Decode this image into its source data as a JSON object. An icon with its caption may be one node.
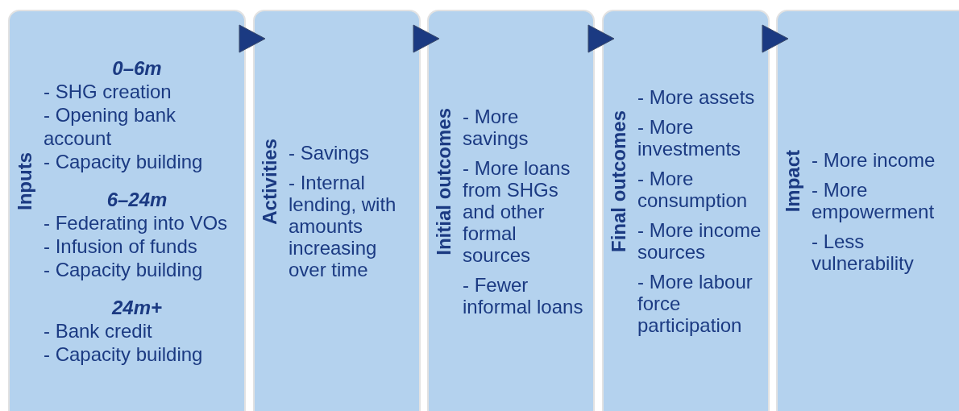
{
  "diagram": {
    "nodes": [
      {
        "text": [
          "Inputs",
          "0–6m",
          "- SHG creation",
          "- Opening bank account",
          "- Capacity building",
          "6–24m",
          "- Federating into VOs",
          "- Infusion of funds",
          "- Capacity building",
          "24m+",
          "- Bank credit",
          "- Capacity building"
        ]
      },
      {
        "text": [
          "Activities",
          "- Savings",
          "- Internal lending, with amounts increasing over time"
        ]
      },
      {
        "text": [
          "Initial outcomes",
          "- More savings",
          "- More loans from SHGs and other formal sources",
          "- Fewer informal loans"
        ]
      },
      {
        "text": [
          "Final outcomes",
          "- More assets",
          "- More investments",
          "- More consumption",
          "- More income sources",
          "- More labour force participation"
        ]
      },
      {
        "text": [
          "Impact",
          "- More income",
          "- More empowerment",
          "- Less vulnerability"
        ]
      }
    ],
    "edges": [
      {
        "from": 0,
        "to": 1,
        "arrow": "to"
      },
      {
        "from": 1,
        "to": 2,
        "arrow": "to"
      },
      {
        "from": 2,
        "to": 3,
        "arrow": "to"
      },
      {
        "from": 3,
        "to": 4,
        "arrow": "to"
      }
    ]
  }
}
